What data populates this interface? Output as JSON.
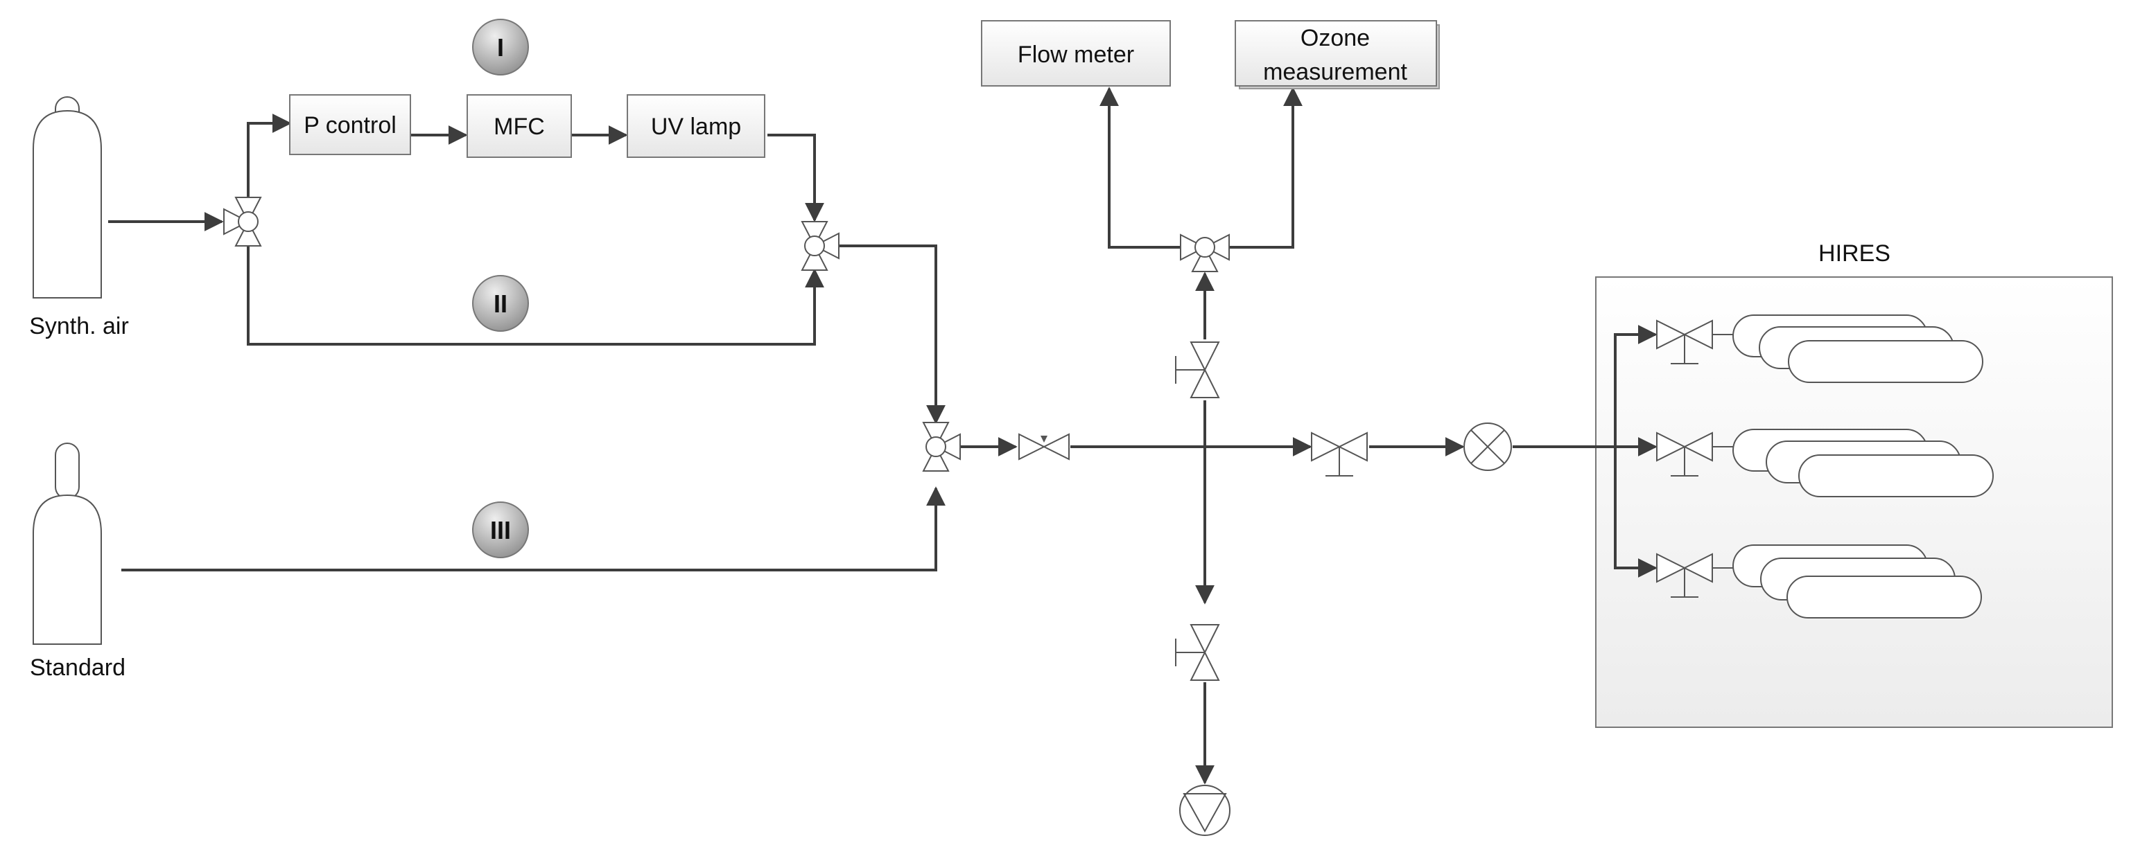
{
  "diagram": {
    "cylinders": {
      "synth_air": "Synth. air",
      "standard": "Standard"
    },
    "boxes": {
      "p_control": "P control",
      "mfc": "MFC",
      "uv_lamp": "UV lamp",
      "flow_meter": "Flow meter",
      "ozone_line1": "Ozone",
      "ozone_line2": "measurement"
    },
    "paths": {
      "path1": "I",
      "path2": "II",
      "path3": "III"
    },
    "hires": {
      "title": "HIRES"
    },
    "colors": {
      "line": "#3d3d3d",
      "box_top": "#ffffff",
      "box_bottom": "#e6e6e6",
      "circle_top": "#e8e8e8",
      "circle_bottom": "#8a8a8a"
    }
  }
}
